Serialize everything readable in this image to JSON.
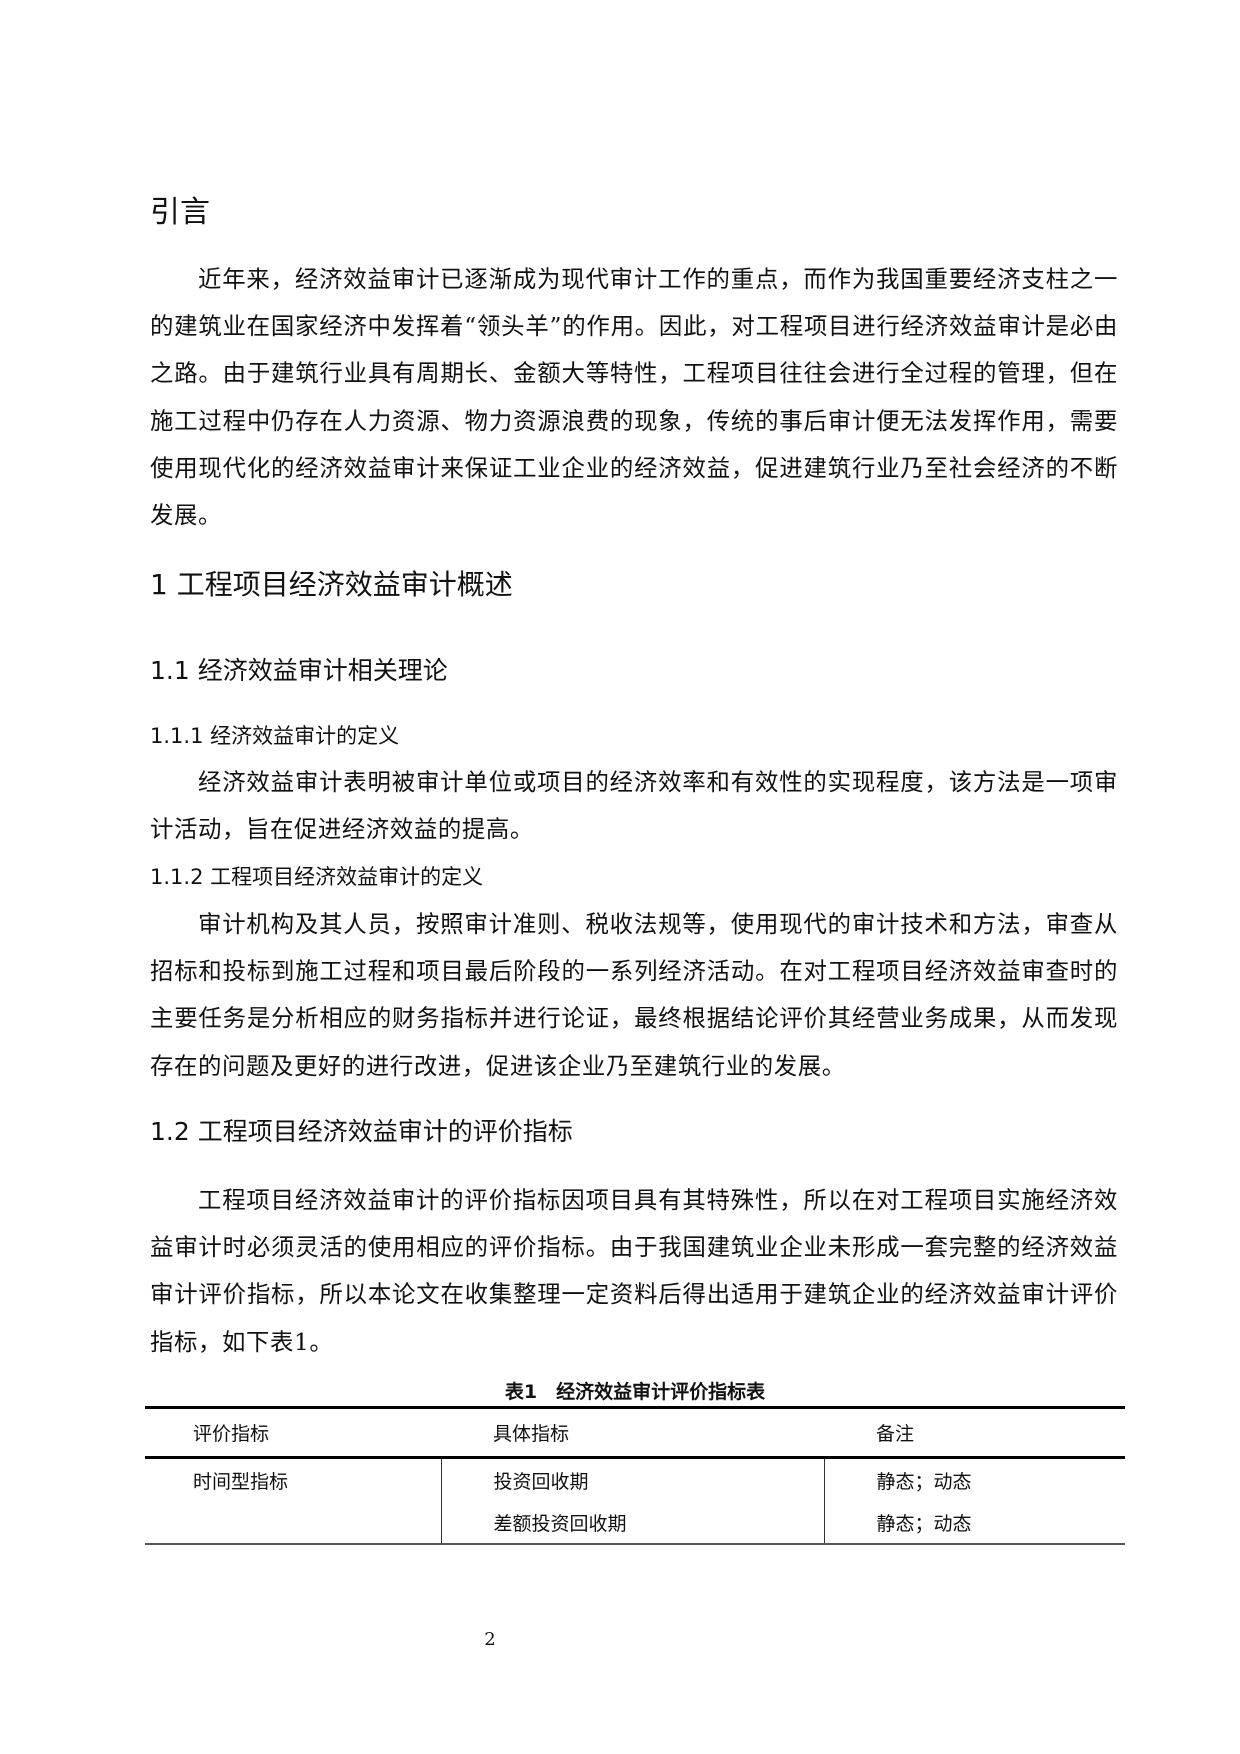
{
  "page": {
    "number": "2"
  },
  "intro": {
    "heading": "引言",
    "paragraph": "近年来，经济效益审计已逐渐成为现代审计工作的重点，而作为我国重要经济支柱之一的建筑业在国家经济中发挥着“领头羊”的作用。因此，对工程项目进行经济效益审计是必由之路。由于建筑行业具有周期长、金额大等特性，工程项目往往会进行全过程的管理，但在施工过程中仍存在人力资源、物力资源浪费的现象，传统的事后审计便无法发挥作用，需要使用现代化的经济效益审计来保证工业企业的经济效益，促进建筑行业乃至社会经济的不断发展。"
  },
  "chapter1": {
    "heading": "1 工程项目经济效益审计概述",
    "section_1_1": {
      "heading": "1.1  经济效益审计相关理论",
      "sub_1_1_1": {
        "heading": "1.1.1  经济效益审计的定义",
        "paragraph": "经济效益审计表明被审计单位或项目的经济效率和有效性的实现程度，该方法是一项审计活动，旨在促进经济效益的提高。"
      },
      "sub_1_1_2": {
        "heading": "1.1.2  工程项目经济效益审计的定义",
        "paragraph": "审计机构及其人员，按照审计准则、税收法规等，使用现代的审计技术和方法，审查从招标和投标到施工过程和项目最后阶段的一系列经济活动。在对工程项目经济效益审查时的主要任务是分析相应的财务指标并进行论证，最终根据结论评价其经营业务成果，从而发现存在的问题及更好的进行改进，促进该企业乃至建筑行业的发展。"
      }
    },
    "section_1_2": {
      "heading": "1.2  工程项目经济效益审计的评价指标",
      "paragraph": "工程项目经济效益审计的评价指标因项目具有其特殊性，所以在对工程项目实施经济效益审计时必须灵活的使用相应的评价指标。由于我国建筑业企业未形成一套完整的经济效益审计评价指标，所以本论文在收集整理一定资料后得出适用于建筑企业的经济效益审计评价指标，如下表1。"
    }
  },
  "table1": {
    "caption": "表1　经济效益审计评价指标表",
    "headers": [
      "评价指标",
      "具体指标",
      "备注"
    ],
    "rows": [
      [
        "时间型指标",
        "投资回收期",
        "静态；动态"
      ],
      [
        "",
        "差额投资回收期",
        "静态；动态"
      ]
    ]
  }
}
